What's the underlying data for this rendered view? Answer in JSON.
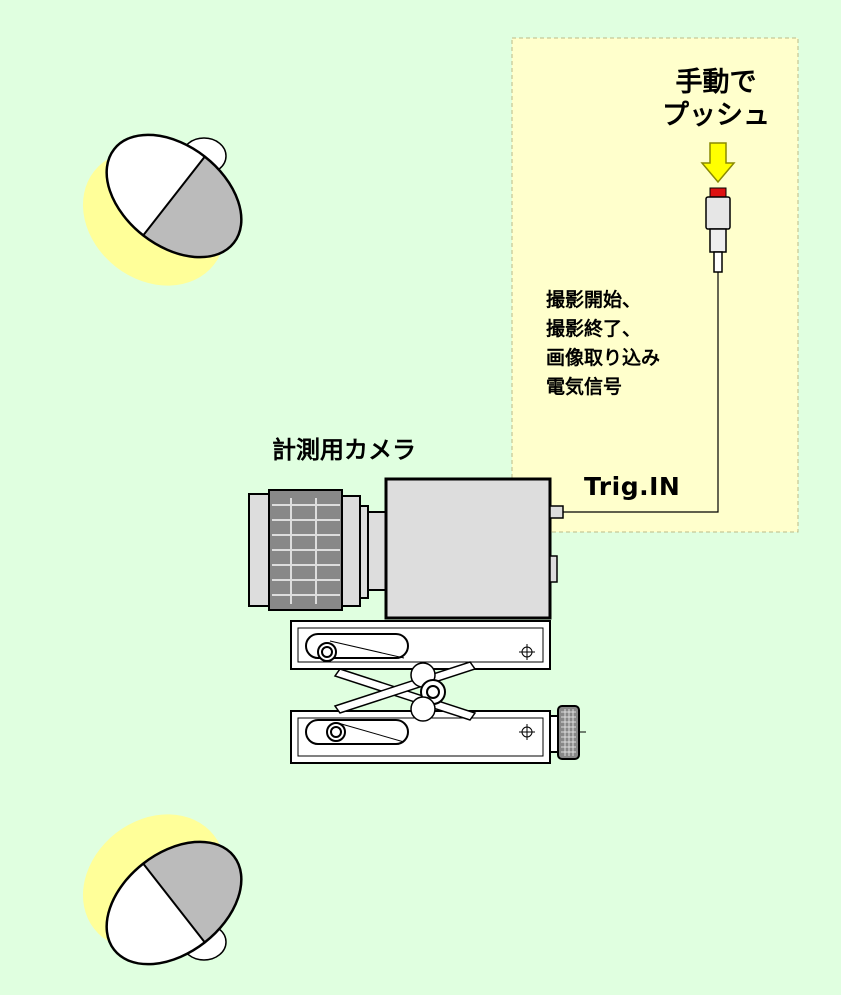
{
  "labels": {
    "push_line1": "手動で",
    "push_line2": "プッシュ",
    "signal_line1": "撮影開始、",
    "signal_line2": "撮影終了、",
    "signal_line3": "画像取り込み",
    "signal_line4": "電気信号",
    "camera": "計測用カメラ",
    "trigger_input": "Trig.IN"
  },
  "colors": {
    "background": "#e0ffe0",
    "trigger_panel": "#ffffcc",
    "light_glow": "#ffff99",
    "light_gray": "#bbbbbb",
    "camera_body": "#dddddd",
    "arrow": "#ffff00",
    "button_top": "#dd1111"
  },
  "icons": [
    "lamp-icon",
    "push-button-icon",
    "down-arrow-icon",
    "camera-icon",
    "lab-jack-icon"
  ]
}
